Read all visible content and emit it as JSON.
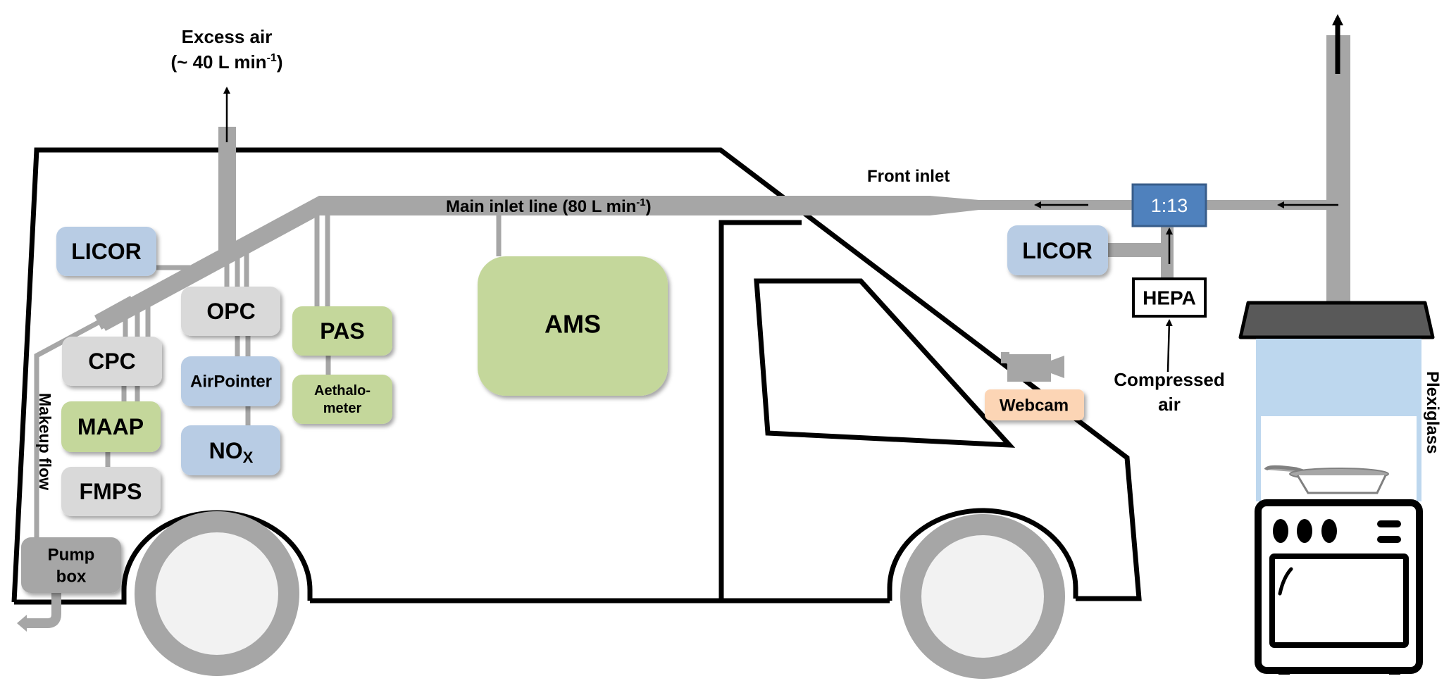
{
  "title": "Mobile laboratory van sampling setup with cooking emission source",
  "colors": {
    "pipe": "#a6a6a6",
    "gray_instrument": "#d9d9d9",
    "blue_instrument": "#b8cce4",
    "green_instrument": "#c4d79b",
    "webcam_box": "#fcd5b5",
    "dilutor": "#4f81bd",
    "pump_box": "#a6a6a6",
    "hood": "#595959",
    "plexiglass": "#bdd7ee",
    "wheel_tire": "#a6a6a6",
    "wheel_hub": "#f2f2f2"
  },
  "labels": {
    "excess_air_line1": "Excess air",
    "excess_air_line2_prefix": "(~ 40 L min",
    "excess_air_line2_sup": "-1",
    "excess_air_line2_suffix": ")",
    "main_inlet_prefix": "Main inlet line (80 L min",
    "main_inlet_sup": "-1",
    "main_inlet_suffix": ")",
    "front_inlet": "Front inlet",
    "makeup_flow": "Makeup flow",
    "compressed_air_line1": "Compressed",
    "compressed_air_line2": "air",
    "plexiglass": "Plexiglass"
  },
  "instruments": {
    "licor_rear": "LICOR",
    "opc": "OPC",
    "cpc": "CPC",
    "maap": "MAAP",
    "fmps": "FMPS",
    "airpointer": "AirPointer",
    "nox_main": "NO",
    "nox_sub": "X",
    "pas": "PAS",
    "aethalometer_line1": "Aethalo-",
    "aethalometer_line2": "meter",
    "ams": "AMS",
    "licor_front": "LICOR",
    "webcam": "Webcam",
    "pump_line1": "Pump",
    "pump_line2": "box",
    "dilutor": "1:13",
    "hepa": "HEPA"
  },
  "icons": {
    "camera": "video-camera-icon",
    "pan": "frying-pan-icon",
    "stove": "stove-oven-icon",
    "hood": "extraction-hood-icon"
  }
}
